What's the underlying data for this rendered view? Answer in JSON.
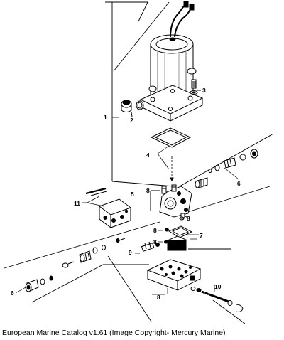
{
  "caption": "European Marine Catalog v1.61 (Image Copyright- Mercury Marine)",
  "callouts": {
    "c1": "1",
    "c2": "2",
    "c3": "3",
    "c4": "4",
    "c5": "5",
    "c6a": "6",
    "c6b": "6",
    "c7": "7",
    "c8a": "8",
    "c8b": "8",
    "c8c": "8",
    "c8d": "8",
    "c8e": "8",
    "c9": "9",
    "c10": "10",
    "c11": "11"
  }
}
